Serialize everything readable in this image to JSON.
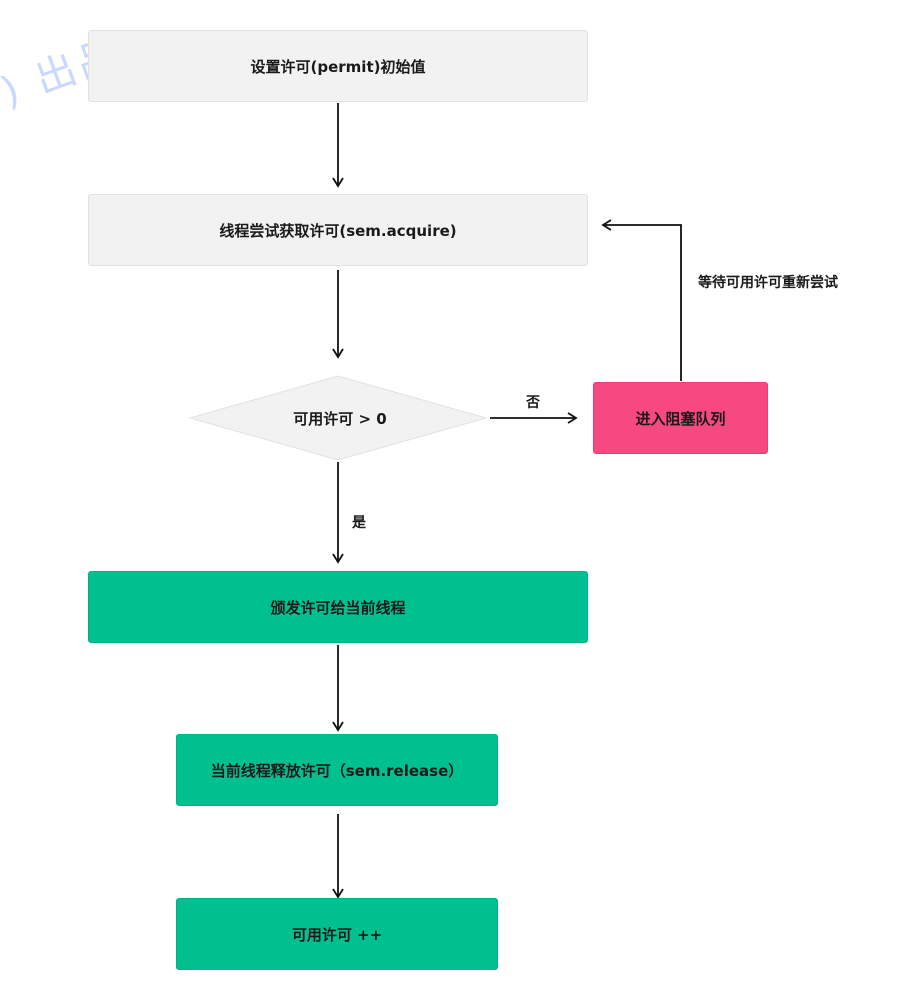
{
  "watermark": ") 出品",
  "nodes": {
    "set_permit": "设置许可(permit)初始值",
    "try_acquire": "线程尝试获取许可(sem.acquire)",
    "decision": "可用许可 > 0",
    "block_queue": "进入阻塞队列",
    "grant": "颁发许可给当前线程",
    "release": "当前线程释放许可（sem.release）",
    "increment": "可用许可 ++"
  },
  "edges": {
    "no": "否",
    "yes": "是",
    "retry": "等待可用许可重新尝试"
  },
  "colors": {
    "gray_node": "#f2f2f2",
    "green_node": "#00c08f",
    "pink_node": "#f5497f",
    "watermark": "#c9d8ff"
  }
}
